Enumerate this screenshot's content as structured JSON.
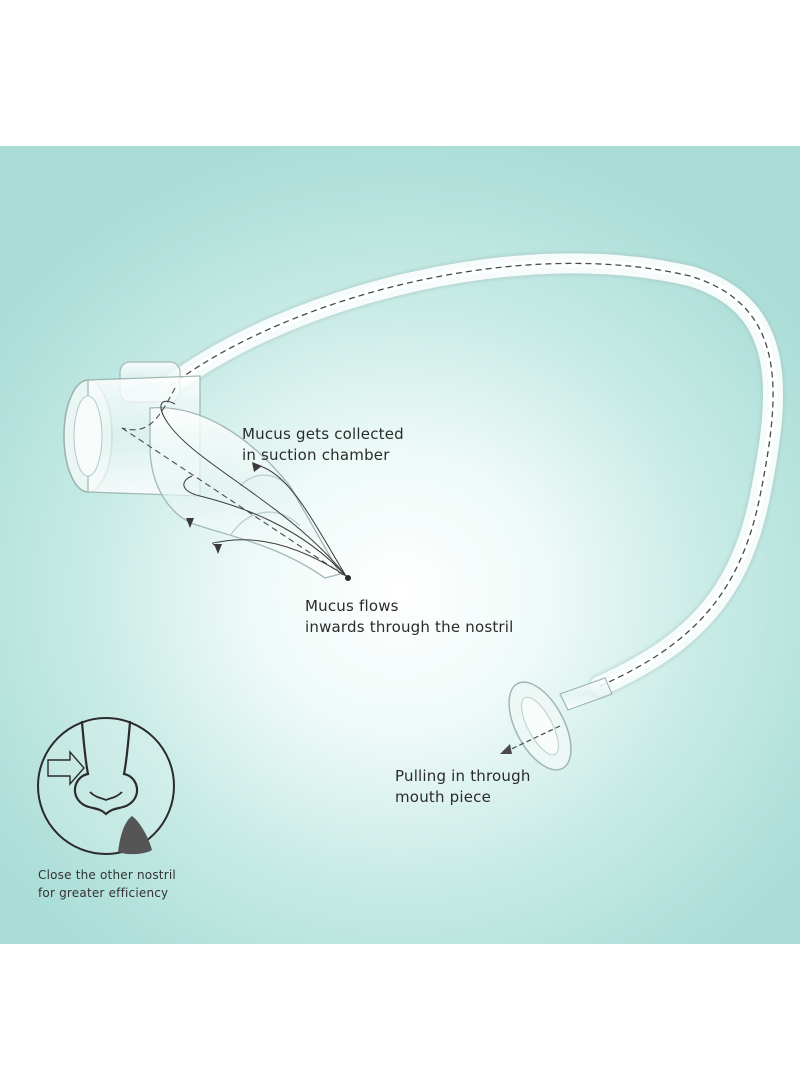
{
  "labels": {
    "chamber": [
      "Mucus gets collected",
      "in suction chamber"
    ],
    "nostril_flow": [
      "Mucus flows",
      "inwards through the nostril"
    ],
    "mouthpiece": [
      "Pulling in through",
      "mouth piece"
    ],
    "tip": [
      "Close the other nostril",
      "for greater efficiency"
    ]
  },
  "colors": {
    "background_center": "#ffffff",
    "background_edge": "#a9ddd6",
    "text": "#2b2b2b",
    "tube": "#f3fbfa"
  }
}
